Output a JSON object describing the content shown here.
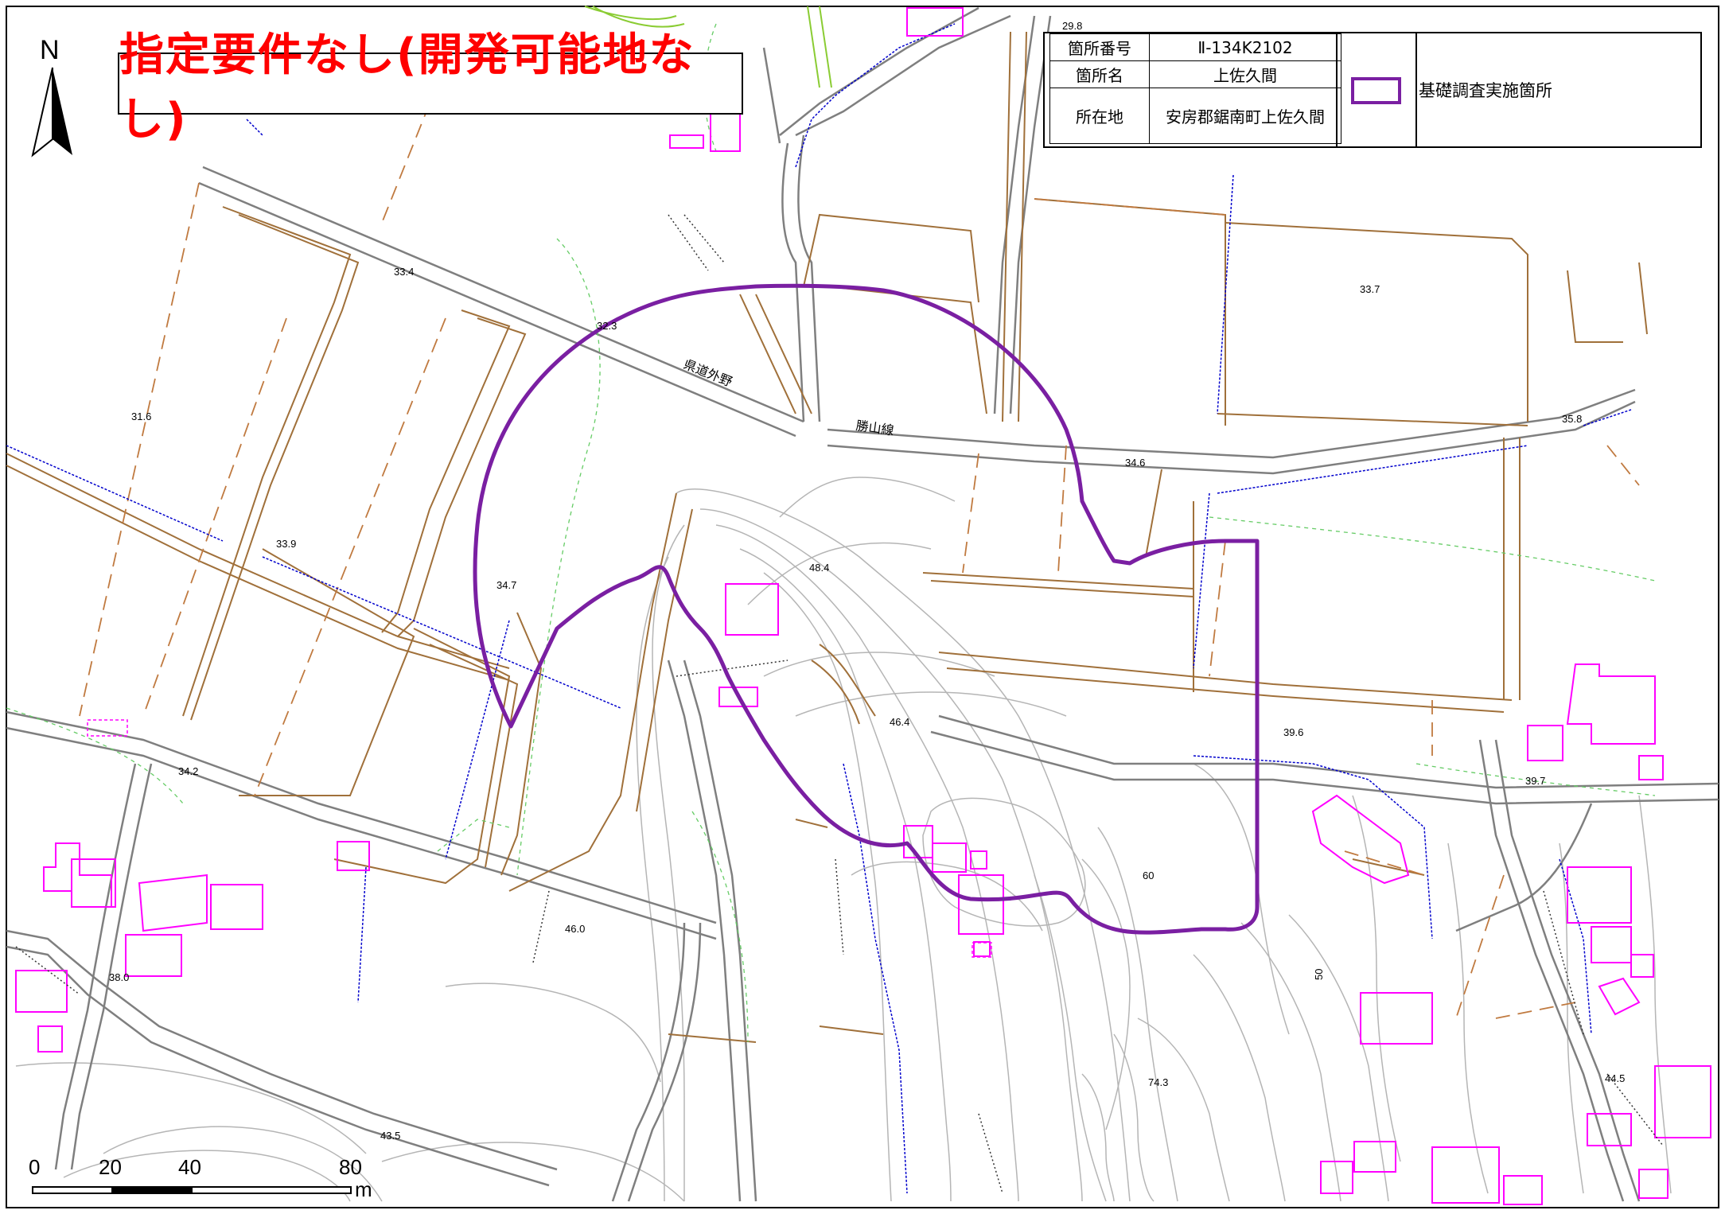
{
  "title": "指定要件なし(開発可能地なし)",
  "north_label": "N",
  "info_table": {
    "row1_label": "箇所番号",
    "row1_value": "Ⅱ-134K2102",
    "row2_label": "箇所名",
    "row2_value": "上佐久間",
    "row3_label": "所在地",
    "row3_value": "安房郡鋸南町上佐久間",
    "legend_label": "基礎調査実施箇所",
    "legend_color": "#7a1fa2"
  },
  "road_labels": {
    "road1": "県道外野",
    "road2": "勝山線"
  },
  "elevations": {
    "e1": "29.8",
    "e2": "33.4",
    "e3": "32.3",
    "e4": "31.6",
    "e5": "33.9",
    "e6": "34.7",
    "e7": "48.4",
    "e8": "34.6",
    "e9": "33.7",
    "e10": "35.8",
    "e11": "39.6",
    "e12": "39.7",
    "e13": "46.4",
    "e14": "34.2",
    "e15": "46.0",
    "e16": "60",
    "e17": "50",
    "e18": "38.0",
    "e19": "43.5",
    "e20": "74.3",
    "e21": "44.5"
  },
  "scale": {
    "t0": "0",
    "t1": "20",
    "t2": "40",
    "t3": "80",
    "unit": "m"
  },
  "colors": {
    "boundary": "#7a1fa2",
    "parcel": "#a0703a",
    "building": "#ff00ff",
    "road": "#808080",
    "cliff": "#0000cc",
    "title": "#ff0000"
  }
}
